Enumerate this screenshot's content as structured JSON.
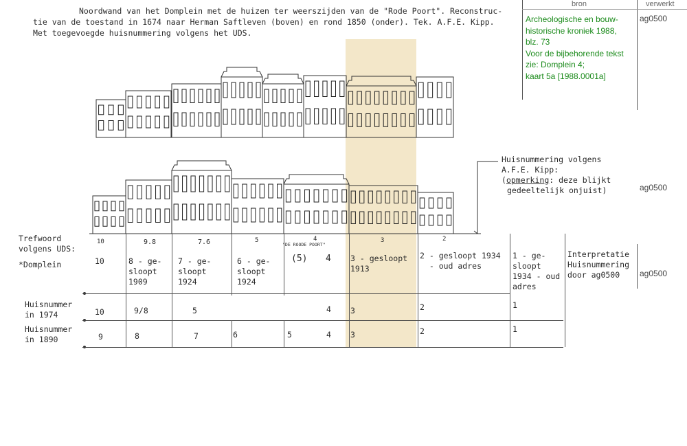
{
  "caption": [
    "Noordwand van het Domplein met de huizen ter weerszijden van de \"Rode Poort\". Reconstruc-",
    "tie van de toestand in 1674 naar Herman Saftleven (boven) en rond 1850 (onder). Tek. A.F.E. Kipp.",
    "Met toegevoegde huisnummering volgens het UDS."
  ],
  "side_panel": {
    "header_bron": "bron",
    "header_verwerkt": "verwerkt",
    "source_lines": [
      "Archeologische en bouw-",
      "historische kroniek 1988,",
      "blz. 73",
      "Voor de bijbehorende tekst",
      "zie: Domplein 4;",
      "kaart 5a [1988.0001a]"
    ],
    "verwerkt_values": [
      "ag0500",
      "ag0500",
      "ag0500"
    ]
  },
  "annotation": {
    "lines": [
      "Huisnummering volgens",
      "A.F.E. Kipp:"
    ],
    "remark_label": "opmerking",
    "remark_rest": ": deze blijkt",
    "remark_line2": "gedeeltelijk onjuist)",
    "open_paren": "("
  },
  "kipp_numbers": [
    "10",
    "9.8",
    "7.6",
    "5",
    "4",
    "3",
    "2"
  ],
  "roode_poort_label": "\"DE ROODE POORT\"",
  "table": {
    "row_label_uds": [
      "Trefwoord",
      "volgens UDS:",
      "*Domplein"
    ],
    "row_label_1974": [
      "Huisnummer",
      "in 1974"
    ],
    "row_label_1890": [
      "Huisnummer",
      "in 1890"
    ],
    "uds": [
      "10",
      "8 - ge-\nsloopt\n1909",
      "7 - ge-\nsloopt\n1924",
      "6 - ge-\nsloopt\n1924",
      "(5)",
      "4",
      "3 - gesloopt\n1913",
      "2 - gesloopt 1934\n  - oud adres",
      "1 - ge-\nsloopt\n1934 - oud\nadres"
    ],
    "interpretation": "Interpretatie\nHuisnummering\ndoor ag0500",
    "y1974": [
      "10",
      "9/8",
      "5",
      "4",
      "3",
      "2",
      "1"
    ],
    "y1890": [
      "9",
      "8",
      "7",
      "6",
      "5",
      "4",
      "3",
      "2",
      "1"
    ]
  },
  "colors": {
    "highlight": "#f3e7c9",
    "green": "#1a8a1a"
  }
}
